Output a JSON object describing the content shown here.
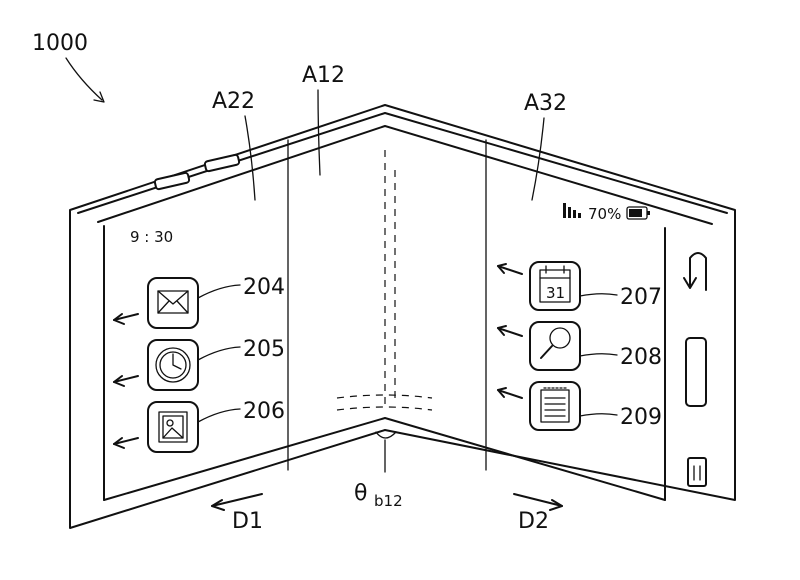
{
  "figure": {
    "device_ref": "1000",
    "region_labels": [
      "A22",
      "A12",
      "A32"
    ],
    "status": {
      "time": "9 : 30",
      "battery": "70%"
    },
    "left_icons": [
      {
        "ref": "204",
        "icon": "envelope-icon"
      },
      {
        "ref": "205",
        "icon": "clock-icon"
      },
      {
        "ref": "206",
        "icon": "picture-icon"
      }
    ],
    "right_icons": [
      {
        "ref": "207",
        "icon": "calendar-icon",
        "text": "31"
      },
      {
        "ref": "208",
        "icon": "magnifier-icon"
      },
      {
        "ref": "209",
        "icon": "notepad-icon"
      }
    ],
    "angle_label": {
      "base": "θ",
      "sub": "b12"
    },
    "directions": [
      "D1",
      "D2"
    ]
  }
}
